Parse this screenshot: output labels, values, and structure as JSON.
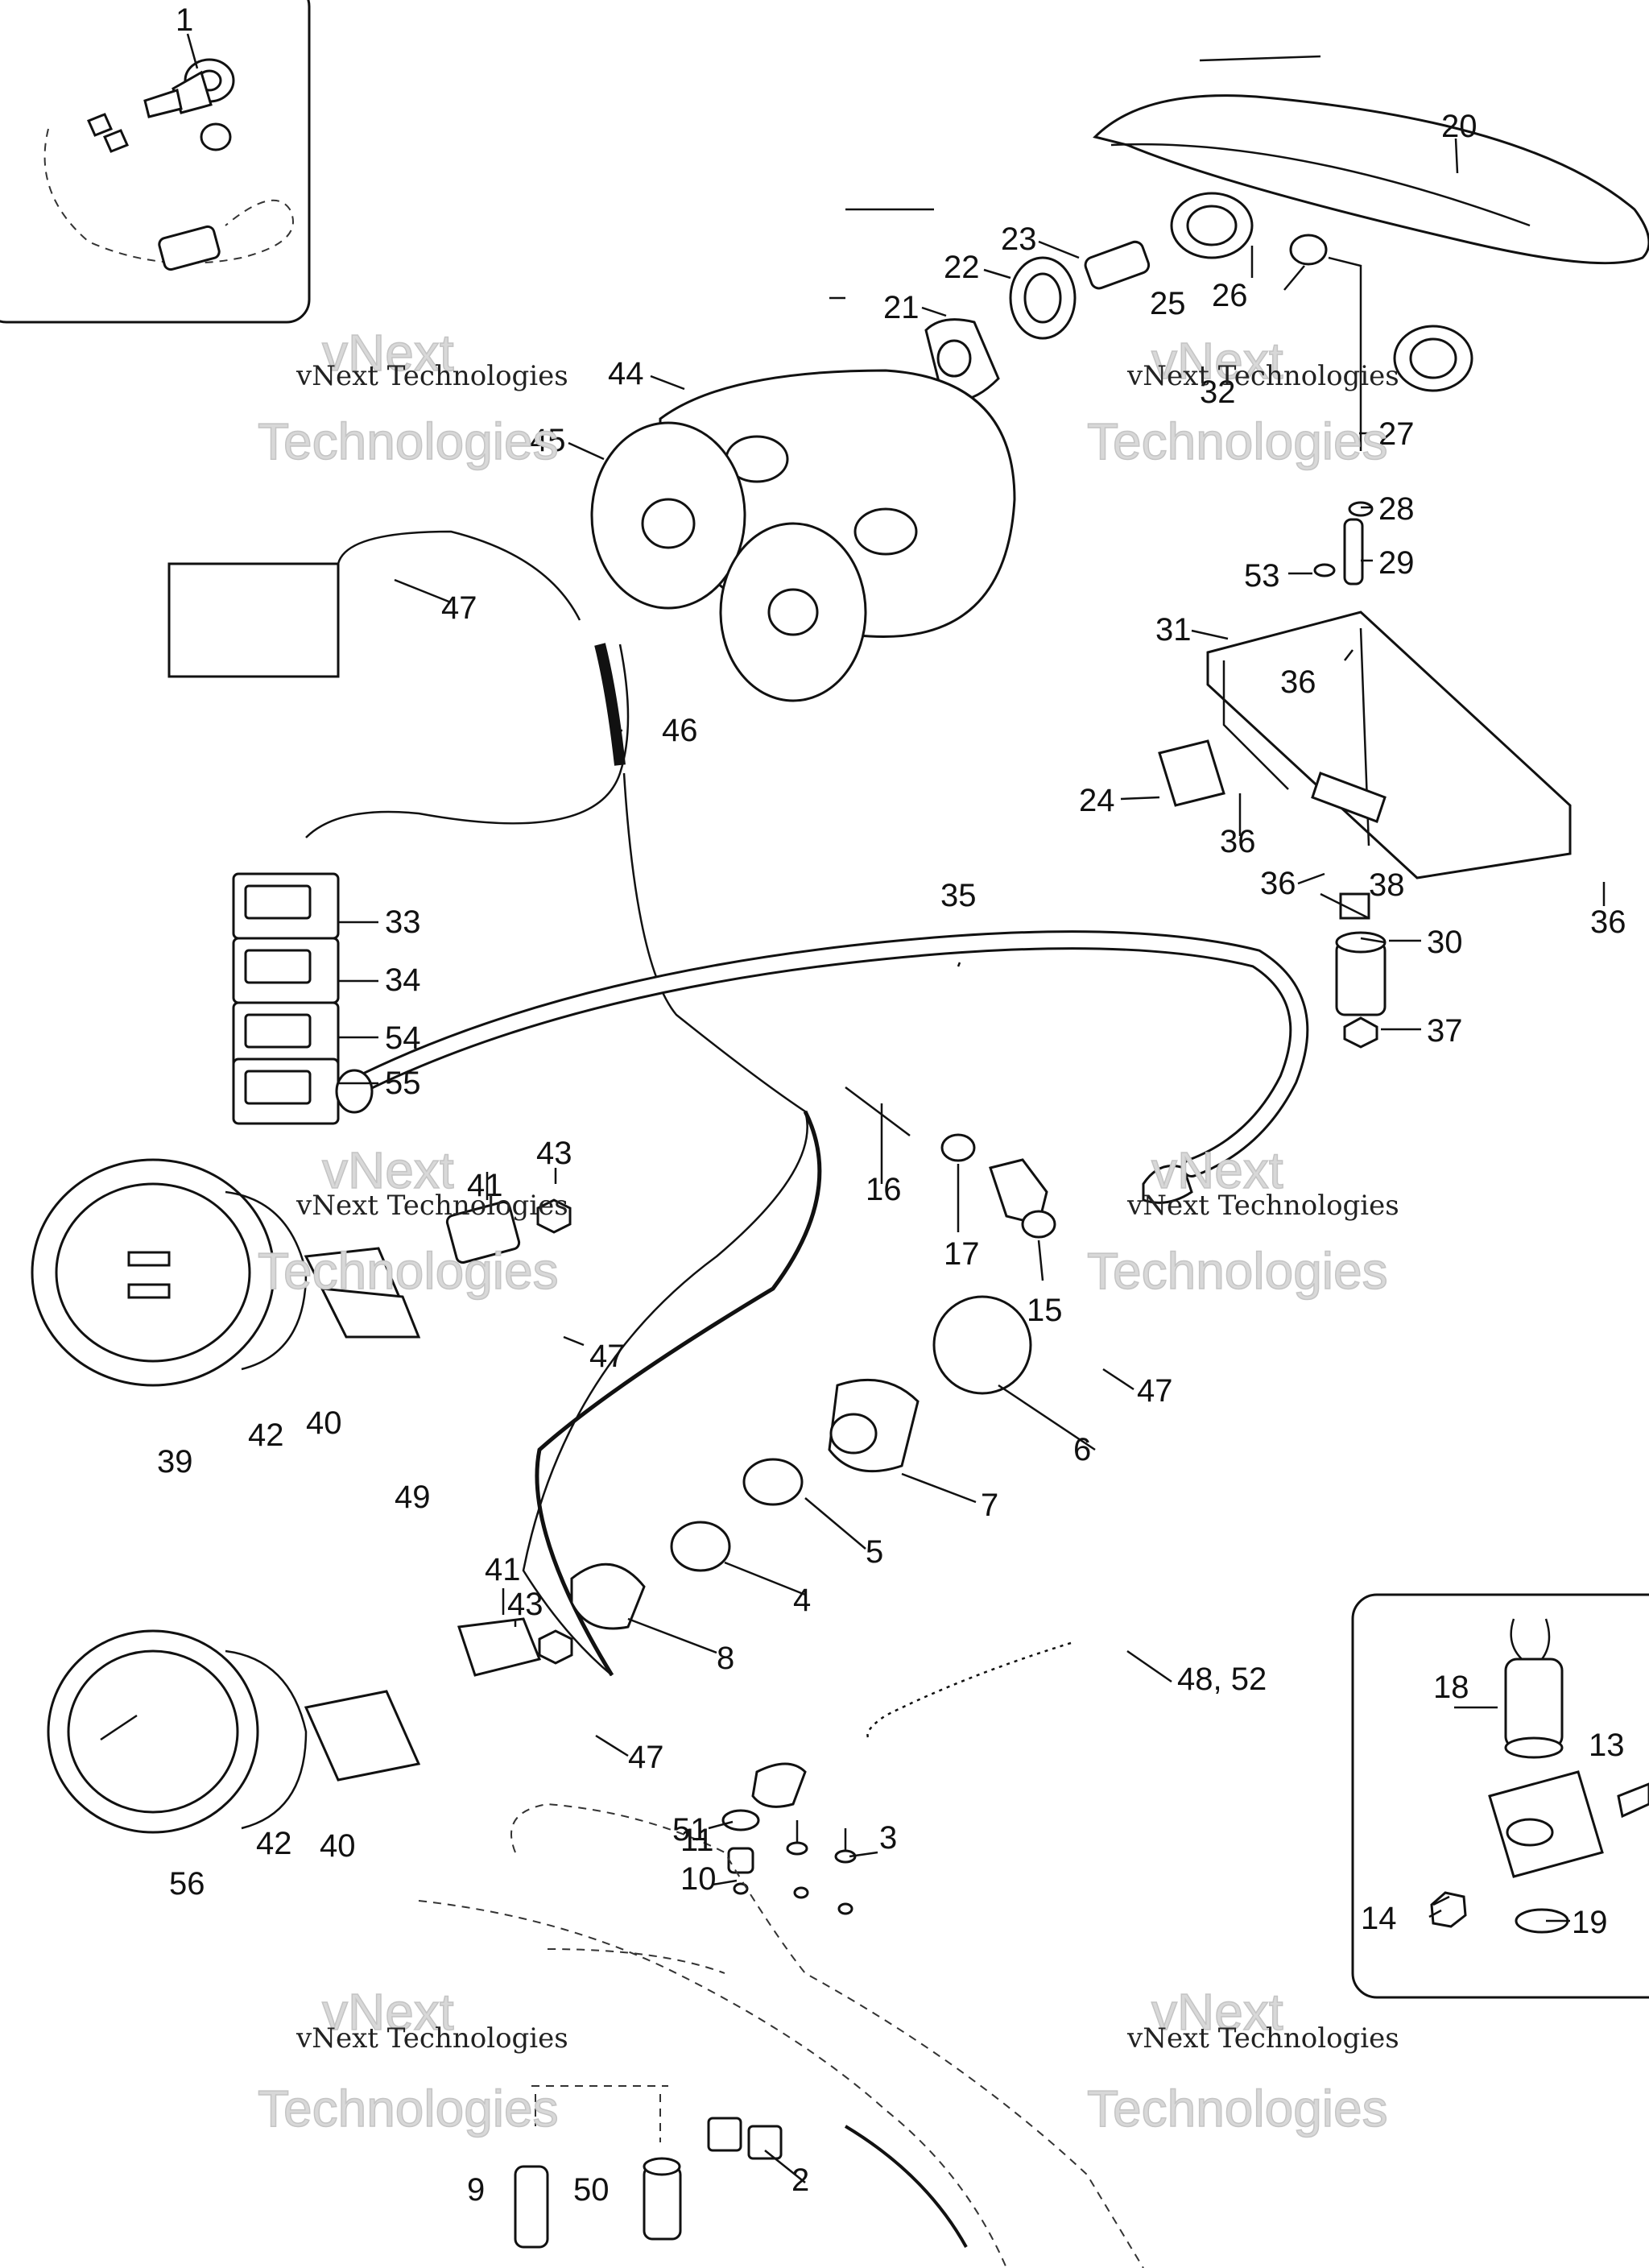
{
  "watermark": {
    "line1": "vNext Technologies",
    "line2": "vNext",
    "line3": "Technologies"
  },
  "callouts": {
    "c1": "1",
    "c2": "2",
    "c3": "3",
    "c4": "4",
    "c5": "5",
    "c6": "6",
    "c7": "7",
    "c8": "8",
    "c9": "9",
    "c10": "10",
    "c11": "11",
    "c13": "13",
    "c14": "14",
    "c15": "15",
    "c16": "16",
    "c17": "17",
    "c18": "18",
    "c19": "19",
    "c20": "20",
    "c21": "21",
    "c22": "22",
    "c23": "23",
    "c24": "24",
    "c25": "25",
    "c26": "26",
    "c27": "27",
    "c28": "28",
    "c29": "29",
    "c30": "30",
    "c31": "31",
    "c32": "32",
    "c33": "33",
    "c34": "34",
    "c35": "35",
    "c36": "36",
    "c37": "37",
    "c38": "38",
    "c39": "39",
    "c40": "40",
    "c41": "41",
    "c42": "42",
    "c43": "43",
    "c44": "44",
    "c45": "45",
    "c46": "46",
    "c47": "47",
    "c48_52": "48, 52",
    "c49": "49",
    "c50": "50",
    "c51": "51",
    "c53": "53",
    "c54": "54",
    "c55": "55",
    "c56": "56"
  }
}
